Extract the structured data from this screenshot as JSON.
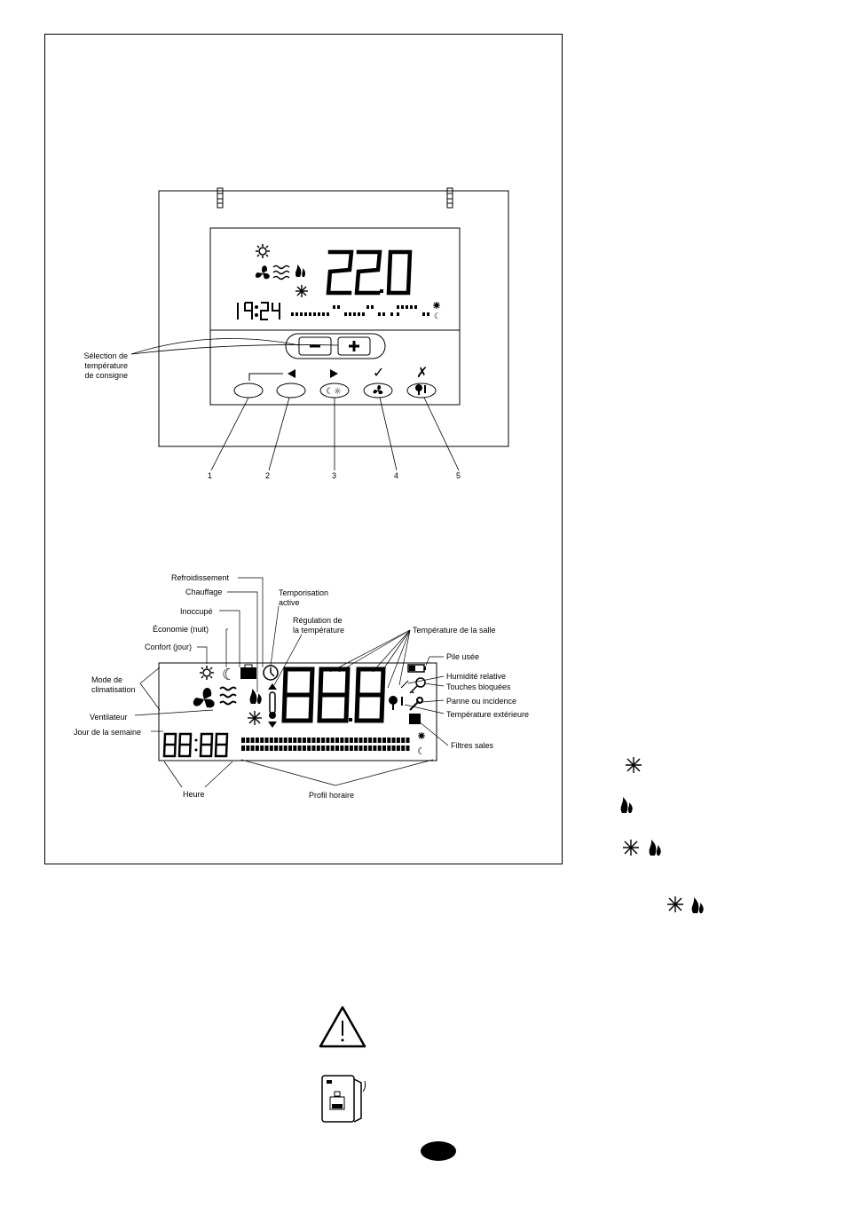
{
  "figure1": {
    "display_temperature": "22.0",
    "display_time": "19:24",
    "setpoint_label": "Sélection de\ntempérature\nde consigne",
    "button_numbers": [
      "1",
      "2",
      "3",
      "4",
      "5"
    ],
    "check_mark": "✓",
    "cross_mark": "✗"
  },
  "figure2": {
    "display_digits": "88.8",
    "display_time": "88:88",
    "labels": {
      "refroidissement": "Refroidissement",
      "chauffage": "Chauffage",
      "temporisation": "Temporisation\nactive",
      "inoccupe": "Inoccupé",
      "economie": "Économie (nuit)",
      "regulation": "Régulation de\nla température",
      "confort": "Confort (jour)",
      "temp_salle": "Température de la salle",
      "pile": "Pile usée",
      "mode": "Mode de\nclimatisation",
      "humidite": "Humidité relative",
      "touches": "Touches bloquées",
      "panne": "Panne ou incidence",
      "temp_ext": "Température extérieure",
      "ventilateur": "Ventilateur",
      "jour": "Jour de la semaine",
      "filtres": "Filtres sales",
      "heure": "Heure",
      "profil": "Profil horaire"
    }
  },
  "legend_icons": [
    "snowflake-icon",
    "flame-icon",
    "snowflake-flame-icon",
    "snowflake-flame-icon"
  ],
  "bottom_icons": [
    "warning-triangle-icon",
    "device-icon"
  ]
}
